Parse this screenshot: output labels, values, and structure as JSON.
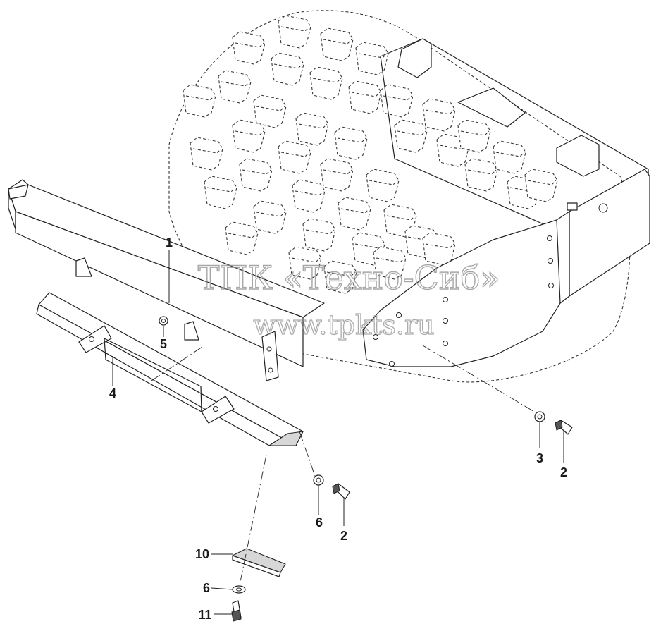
{
  "watermark": {
    "line1": "ТПК «Техно-Сиб»",
    "line2": "www.tpkts.ru"
  },
  "callouts": {
    "part1": "1",
    "part2a": "2",
    "part2b": "2",
    "part3": "3",
    "part4": "4",
    "part5": "5",
    "part6a": "6",
    "part6b": "6",
    "part10": "10",
    "part11": "11"
  }
}
